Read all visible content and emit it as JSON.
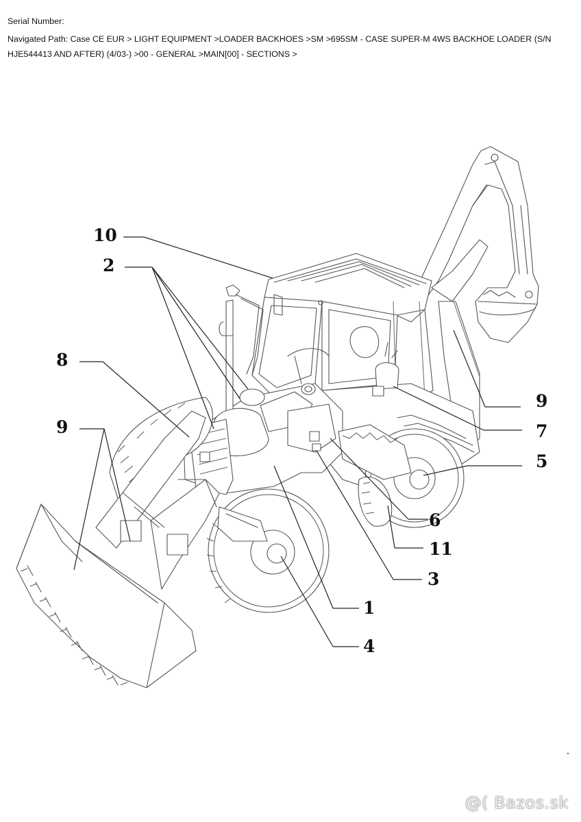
{
  "header": {
    "serial_label": "Serial Number:",
    "nav_line1": "Navigated Path: Case CE EUR > LIGHT EQUIPMENT >LOADER BACKHOES >SM >695SM - CASE SUPER-M 4WS BACKHOE LOADER (S/N",
    "nav_line2": "HJE544413 AND AFTER) (4/03-) >00 - GENERAL >MAIN[00] - SECTIONS >"
  },
  "callouts": {
    "c10": "10",
    "c2": "2",
    "c8": "8",
    "c9_left": "9",
    "c9_right": "9",
    "c7": "7",
    "c5": "5",
    "c6": "6",
    "c11": "11",
    "c3": "3",
    "c1": "1",
    "c4": "4"
  },
  "watermark": "Bazos.sk"
}
